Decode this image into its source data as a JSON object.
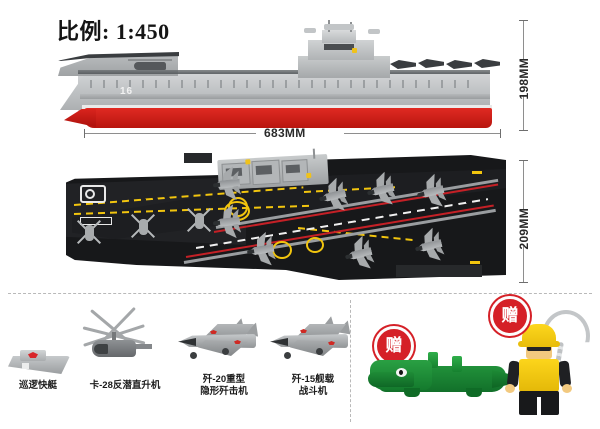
{
  "page": {
    "title_scale_label": "比例: 1:450",
    "background_color": "#ffffff"
  },
  "side_view": {
    "name": "aircraft-carrier-side-view",
    "hull_number": "16",
    "hull_color_lower": "#c41a14",
    "hull_color_upper": "#c3c6c8",
    "length_dimension": "683MM",
    "height_dimension": "198MM"
  },
  "top_view": {
    "name": "aircraft-carrier-top-view",
    "deck_color": "#17181a",
    "runway_marking_color": "#f2c50e",
    "centerline_color": "#f0f0f0",
    "edge_stripe_color": "#c42026",
    "width_dimension": "209MM"
  },
  "dimensions": {
    "length": "683MM",
    "height": "198MM",
    "deck_width": "209MM"
  },
  "accessories": [
    {
      "label": "巡逻快艇",
      "name": "patrol-boat"
    },
    {
      "label": "卡-28反潜直升机",
      "name": "ka-28-anti-submarine-helicopter"
    },
    {
      "label": "歼-20重型\n隐形歼击机",
      "name": "j-20-heavy-stealth-fighter"
    },
    {
      "label": "歼-15舰载\n战斗机",
      "name": "j-15-carrier-based-fighter"
    }
  ],
  "gift_panel": {
    "seal_text": "赠",
    "seal_color": "#d52027",
    "crocodile_color": "#188732",
    "minifigure": {
      "helmet_color": "#fdd71d",
      "vest_color": "#fcd51b",
      "body_color": "#1f2023"
    }
  }
}
